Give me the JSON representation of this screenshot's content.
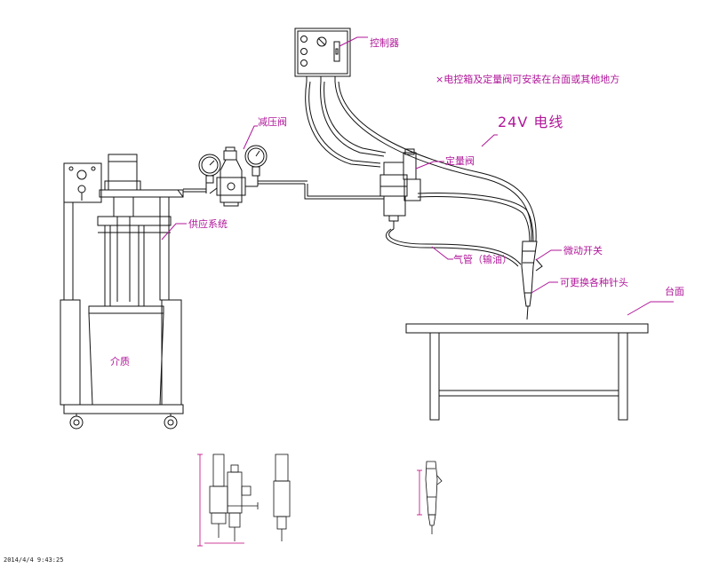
{
  "colors": {
    "label": "#b0179a",
    "line": "#111111",
    "leader": "#b0179a"
  },
  "labels": {
    "controller": "控制器",
    "note": "×电控箱及定量阀可安装在台面或其他地方",
    "cable": "24V 电线",
    "pressure_valve": "减压阀",
    "metering_valve": "定量阀",
    "supply_system": "供应系统",
    "air_pipe": "气管（输油）",
    "micro_switch": "微动开关",
    "needle": "可更换各种针头",
    "table": "台面",
    "medium": "介质"
  },
  "footer": {
    "timestamp": "2014/4/4 9:43:25"
  }
}
